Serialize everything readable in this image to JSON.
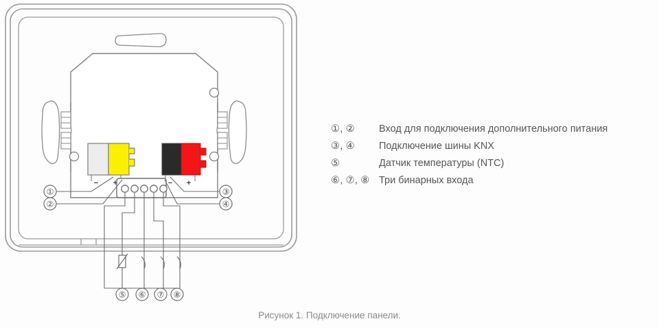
{
  "figure": {
    "caption": "Рисунок 1. Подключение панели.",
    "device_name": "KNX panel back side wiring diagram"
  },
  "legend": {
    "rows": [
      {
        "keys": "①, ②",
        "desc": "Вход для подключения дополнительного питания"
      },
      {
        "keys": "③, ④",
        "desc": "Подключение шины KNX"
      },
      {
        "keys": "⑤",
        "desc": "Датчик температуры (NTC)"
      },
      {
        "keys": "⑥, ⑦, ⑧",
        "desc": "Три бинарных входа"
      }
    ]
  },
  "callouts": {
    "left": [
      "①",
      "②"
    ],
    "right": [
      "③",
      "④"
    ],
    "bottom": [
      "⑤",
      "⑥",
      "⑦",
      "⑧"
    ]
  },
  "connectors": {
    "power": {
      "label": "auxiliary-power-connector",
      "left_half_color": "#ededed",
      "right_half_color": "#fcf000",
      "minus": "−",
      "plus": "+"
    },
    "knx": {
      "label": "knx-bus-connector",
      "left_half_color": "#2a2a2a",
      "right_half_color": "#f41616",
      "minus": "−",
      "plus": "+"
    }
  },
  "terminal_block": {
    "pin_count": 5,
    "pins": [
      "⑤",
      "⑥",
      "⑦",
      "⑧",
      "common"
    ]
  },
  "colors": {
    "outline": "#6e6e6e",
    "outline_light": "#9a9a9a",
    "text": "#565656",
    "caption": "#8a8a8a",
    "background": "#fdfdfd",
    "yellow": "#fcf000",
    "red": "#f41616",
    "black": "#2a2a2a",
    "white_grey": "#ededed"
  }
}
